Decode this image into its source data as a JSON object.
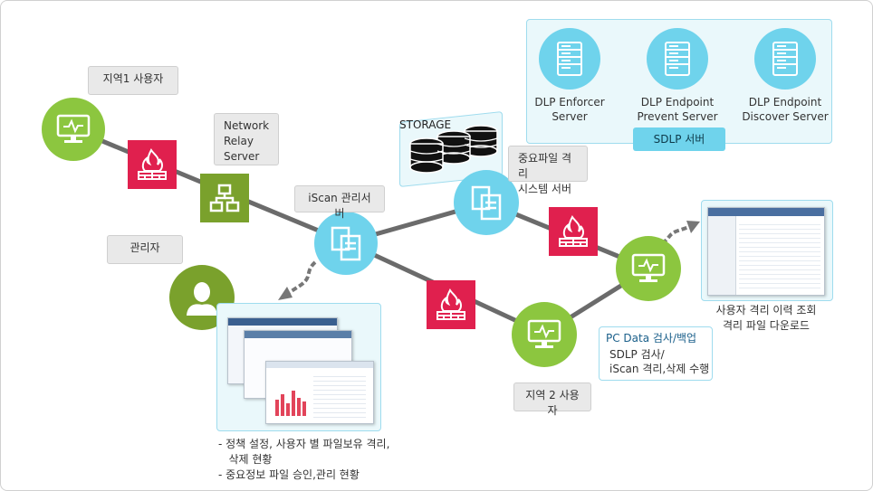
{
  "callouts": {
    "region1_user": "지역1 사용자",
    "network_relay": "Network\nRelay\nServer",
    "iscan": "iScan 관리서버",
    "admin": "관리자",
    "storage": "STORAGE",
    "isolation_server": "중요파일  격리\n시스템 서버",
    "region2_user": "지역 2 사용자"
  },
  "sdlp": {
    "title": "SDLP 서버",
    "servers": [
      {
        "name": "DLP Enforcer\nServer"
      },
      {
        "name": "DLP Endpoint\nPrevent Server"
      },
      {
        "name": "DLP Endpoint\nDiscover Server"
      }
    ]
  },
  "pc_data": {
    "title": "PC Data 검사/백업",
    "body": "SDLP 검사/\niScan 격리,삭제 수행"
  },
  "user_view_caption": "사용자 격리 이력 조회\n격리 파일 다운로드",
  "admin_notes": [
    "- 정책 설정, 사용자 별 파일보유 격리,",
    "   삭제 현황",
    "- 중요정보 파일 승인,관리 현황"
  ],
  "colors": {
    "green": "#8cc63f",
    "blue": "#6fd3ec",
    "firewall": "#e0204e",
    "relay": "#7aa12c",
    "line": "#6b6b6b"
  }
}
